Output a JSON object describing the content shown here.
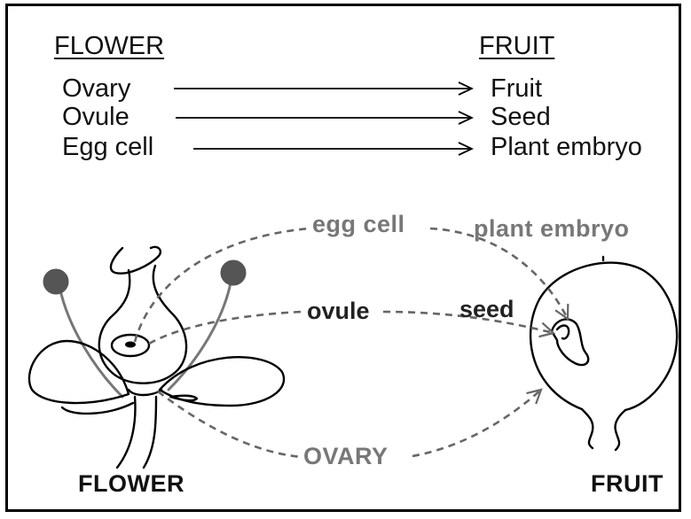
{
  "table": {
    "left_header": "FLOWER",
    "right_header": "FRUIT",
    "rows": [
      {
        "from": "Ovary",
        "to": "Fruit"
      },
      {
        "from": "Ovule",
        "to": "Seed"
      },
      {
        "from": "Egg cell",
        "to": "Plant embryo"
      }
    ]
  },
  "diagram": {
    "label_egg_cell": "egg cell",
    "label_plant_embryo": "plant embryo",
    "label_ovule": "ovule",
    "label_seed": "seed",
    "label_ovary": "OVARY",
    "caption_flower": "FLOWER",
    "caption_fruit": "FRUIT"
  },
  "colors": {
    "line": "#000000",
    "dashed_arrow": "#666666",
    "gray_label": "#777777"
  }
}
